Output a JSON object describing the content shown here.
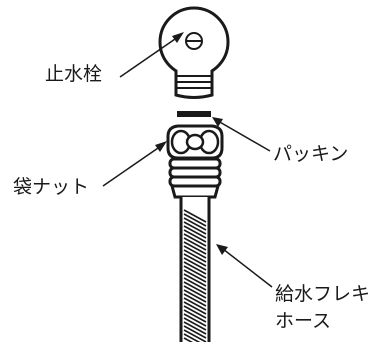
{
  "labels": {
    "faucet": "止水栓",
    "packing": "パッキン",
    "nut": "袋ナット",
    "hose_line1": "給水フレキ",
    "hose_line2": "ホース"
  }
}
